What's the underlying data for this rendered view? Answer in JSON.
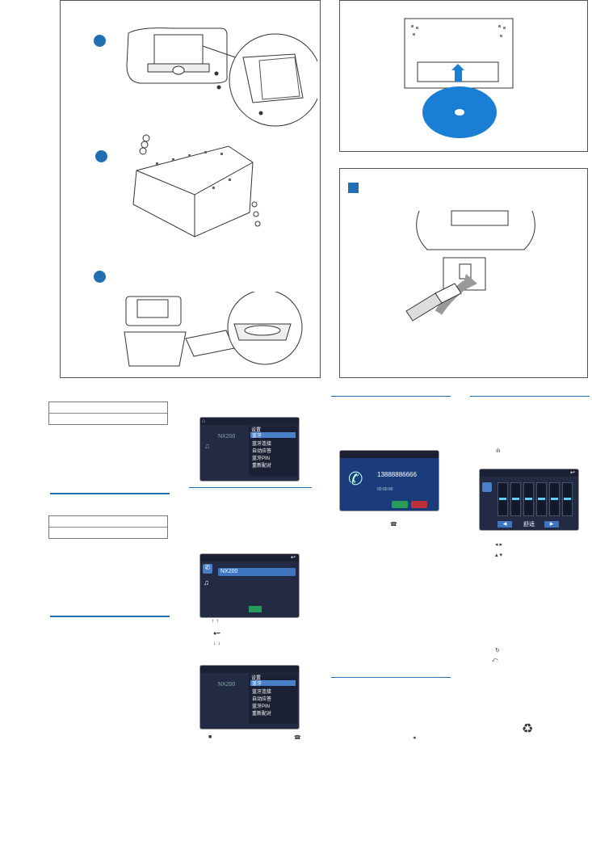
{
  "phone_number": "13888886666",
  "call_timer": "00:00:00",
  "device_name": "NX200",
  "eq_preset": "舒适",
  "menu_title": "设置",
  "menu_items": [
    "蓝牙",
    "蓝牙连接",
    "自动应答",
    "蓝牙PIN",
    "重新配对"
  ],
  "colors": {
    "accent": "#1f6fb2",
    "disc": "#1a7fd4",
    "screen_bg": "#222a44"
  },
  "icons": [
    "home-icon",
    "back-icon",
    "phone-icon",
    "music-icon",
    "recycle-icon",
    "answer-call-icon",
    "end-call-icon"
  ]
}
